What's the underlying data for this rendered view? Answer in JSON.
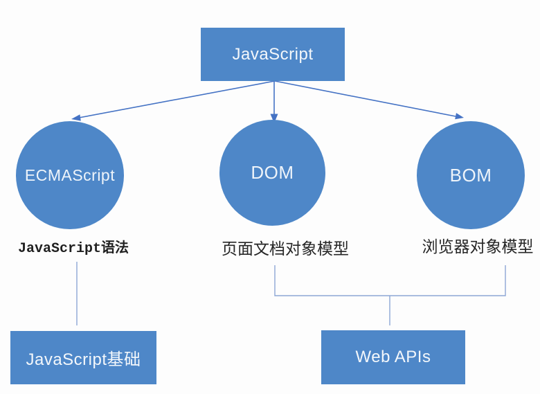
{
  "diagram": {
    "title_node": {
      "label": "JavaScript"
    },
    "branches": [
      {
        "node": "ECMAScript",
        "description": "JavaScript语法"
      },
      {
        "node": "DOM",
        "description": "页面文档对象模型"
      },
      {
        "node": "BOM",
        "description": "浏览器对象模型"
      }
    ],
    "groups": [
      {
        "label": "JavaScript基础"
      },
      {
        "label": "Web APIs"
      }
    ]
  },
  "colors": {
    "node_fill": "#4e87c8",
    "arrow": "#4472c4",
    "connector": "#8ca6d5",
    "background": "#fdfdfd"
  }
}
